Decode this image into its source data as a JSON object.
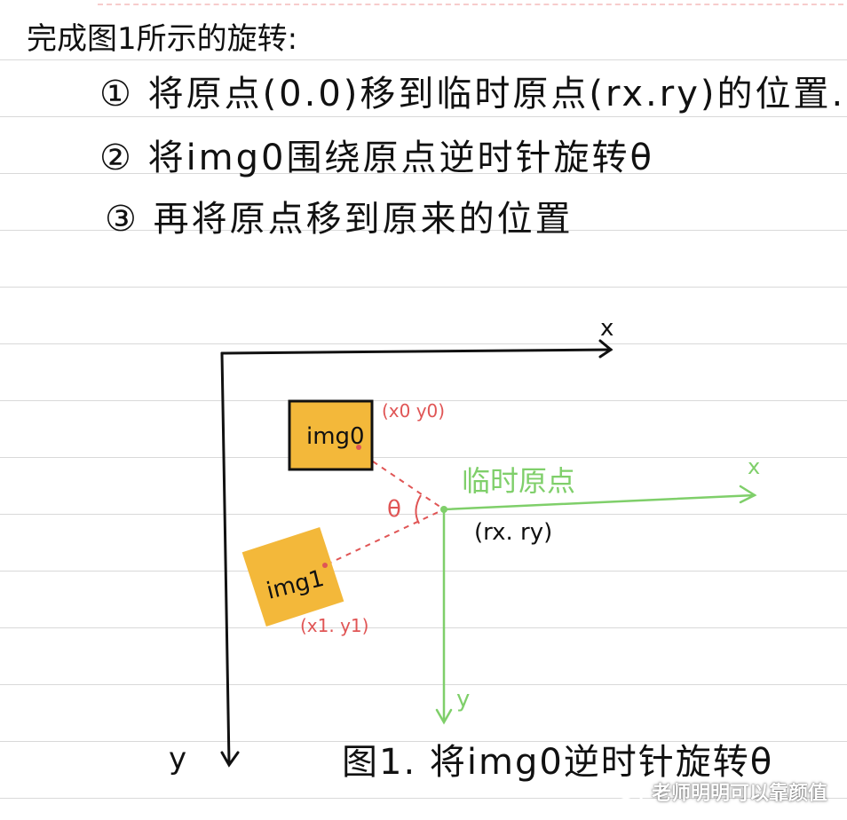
{
  "notes": {
    "title": "完成图1所示的旋转:",
    "step1": "① 将原点(0.0)移到临时原点(rx.ry)的位置.",
    "step2": "② 将img0围绕原点逆时针旋转θ",
    "step3": "③ 再将原点移到原来的位置"
  },
  "axes": {
    "main_x": "x",
    "main_y": "y",
    "temp_x": "x",
    "temp_y": "y",
    "temp_origin_label": "临时原点",
    "temp_origin_coords": "(rx. ry)",
    "angle_label": "θ"
  },
  "images": {
    "img0_label": "img0",
    "img0_coords": "(x0 y0)",
    "img1_label": "img1",
    "img1_coords": "(x1. y1)"
  },
  "caption": "图1. 将img0逆时针旋转θ",
  "watermark": "老师明明可以靠颜值",
  "colors": {
    "ink": "#111111",
    "red": "#e05555",
    "green": "#7fcf6a",
    "fill": "#f3b83a",
    "rule": "#d9d9d9"
  }
}
